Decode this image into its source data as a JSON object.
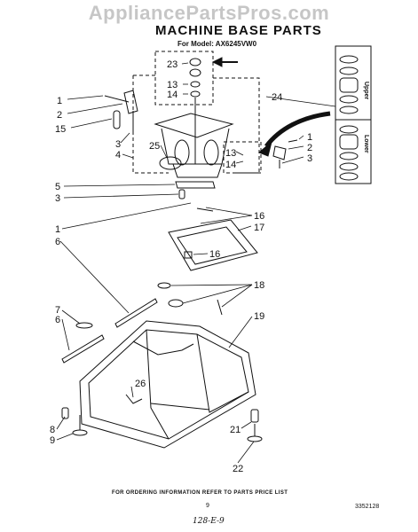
{
  "watermark": "AppliancePartsPros.com",
  "header": {
    "title": "MACHINE BASE PARTS",
    "subtitle": "For Model: AX6245VW0"
  },
  "callouts": {
    "n1a": "1",
    "n2a": "2",
    "n15": "15",
    "n3a": "3",
    "n4": "4",
    "n25": "25",
    "n23": "23",
    "n13a": "13",
    "n14a": "14",
    "n24": "24",
    "n13b": "13",
    "n14b": "14",
    "n1b": "1",
    "n2b": "2",
    "n3b": "3",
    "n5": "5",
    "n3c": "3",
    "n16a": "16",
    "n1c": "1",
    "n6a": "6",
    "n17": "17",
    "n16b": "16",
    "n18": "18",
    "n7": "7",
    "n6b": "6",
    "n19": "19",
    "n26": "26",
    "n8": "8",
    "n9": "9",
    "n21": "21",
    "n22": "22"
  },
  "side_panel": {
    "upper": "Upper",
    "lower": "Lower"
  },
  "footer": {
    "ordering_info": "FOR ORDERING INFORMATION REFER TO PARTS PRICE LIST",
    "page_number": "9",
    "document_number": "3352128",
    "handwritten_note": "128-E-9"
  }
}
